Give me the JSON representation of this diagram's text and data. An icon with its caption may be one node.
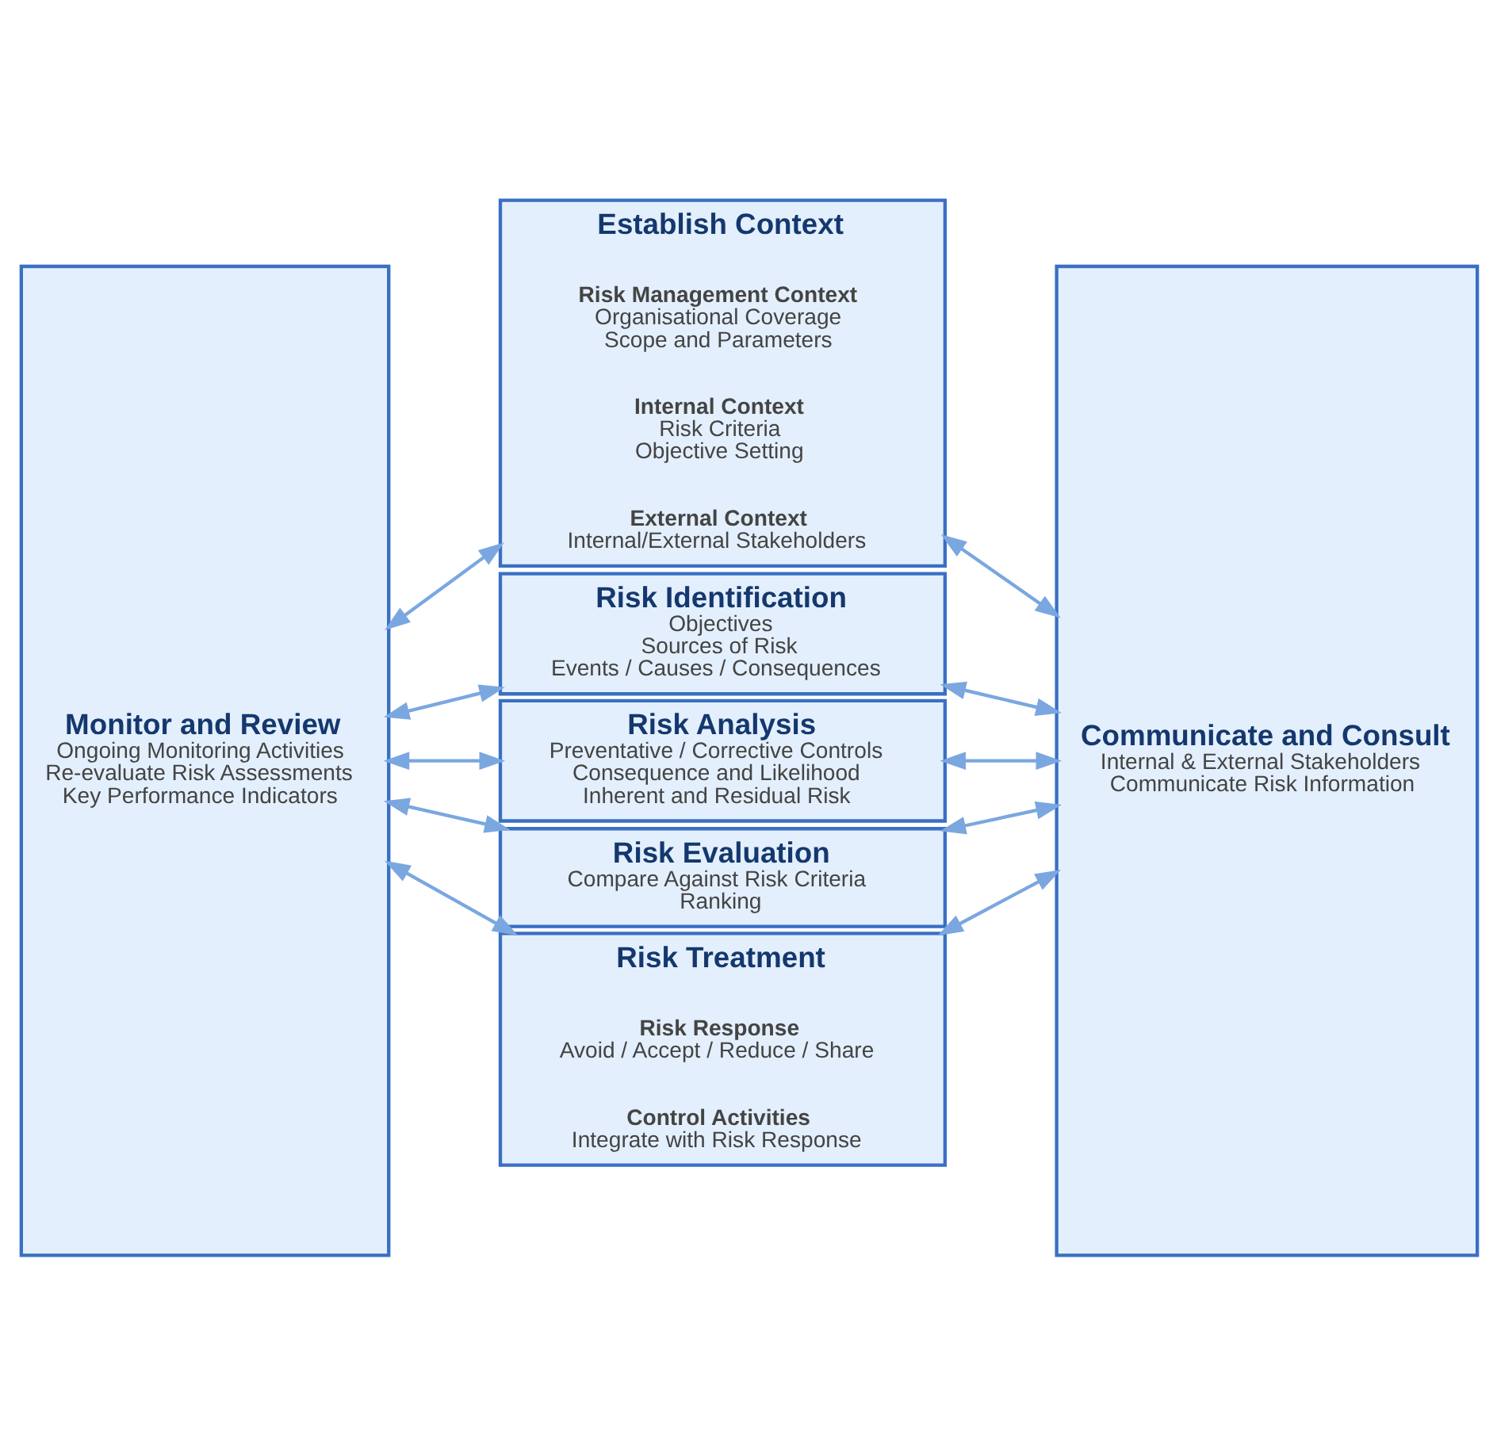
{
  "diagram": {
    "nodes": [
      {
        "text": [
          "Monitor and Review",
          "Ongoing Monitoring Activities",
          "Re-evaluate Risk Assessments",
          "Key Performance Indicators"
        ]
      },
      {
        "text": [
          "Establish Context",
          "Risk Management Context",
          "Organisational Coverage",
          "Scope and Parameters",
          "Internal Context",
          "Risk Criteria",
          "Objective Setting",
          "External Context",
          "Internal/External Stakeholders"
        ]
      },
      {
        "text": [
          "Risk Identification",
          "Objectives",
          "Sources of Risk",
          "Events / Causes / Consequences"
        ]
      },
      {
        "text": [
          "Risk Analysis",
          "Preventative / Corrective Controls",
          "Consequence and Likelihood",
          "Inherent and Residual Risk"
        ]
      },
      {
        "text": [
          "Risk Evaluation",
          "Compare Against Risk Criteria",
          "Ranking"
        ]
      },
      {
        "text": [
          "Risk Treatment",
          "Risk Response",
          "Avoid / Accept / Reduce / Share",
          "Control Activities",
          "Integrate with Risk Response"
        ]
      },
      {
        "text": [
          "Communicate and Consult",
          "Internal & External Stakeholders",
          "Communicate Risk Information"
        ]
      }
    ],
    "edges": [
      {
        "from": 0,
        "to": 1,
        "arrow": "both"
      },
      {
        "from": 1,
        "to": 6,
        "arrow": "both"
      },
      {
        "from": 0,
        "to": 2,
        "arrow": "both"
      },
      {
        "from": 2,
        "to": 6,
        "arrow": "both"
      },
      {
        "from": 0,
        "to": 3,
        "arrow": "both"
      },
      {
        "from": 3,
        "to": 6,
        "arrow": "both"
      },
      {
        "from": 0,
        "to": 4,
        "arrow": "both"
      },
      {
        "from": 4,
        "to": 6,
        "arrow": "both"
      },
      {
        "from": 0,
        "to": 5,
        "arrow": "both"
      },
      {
        "from": 5,
        "to": 6,
        "arrow": "both"
      }
    ]
  }
}
